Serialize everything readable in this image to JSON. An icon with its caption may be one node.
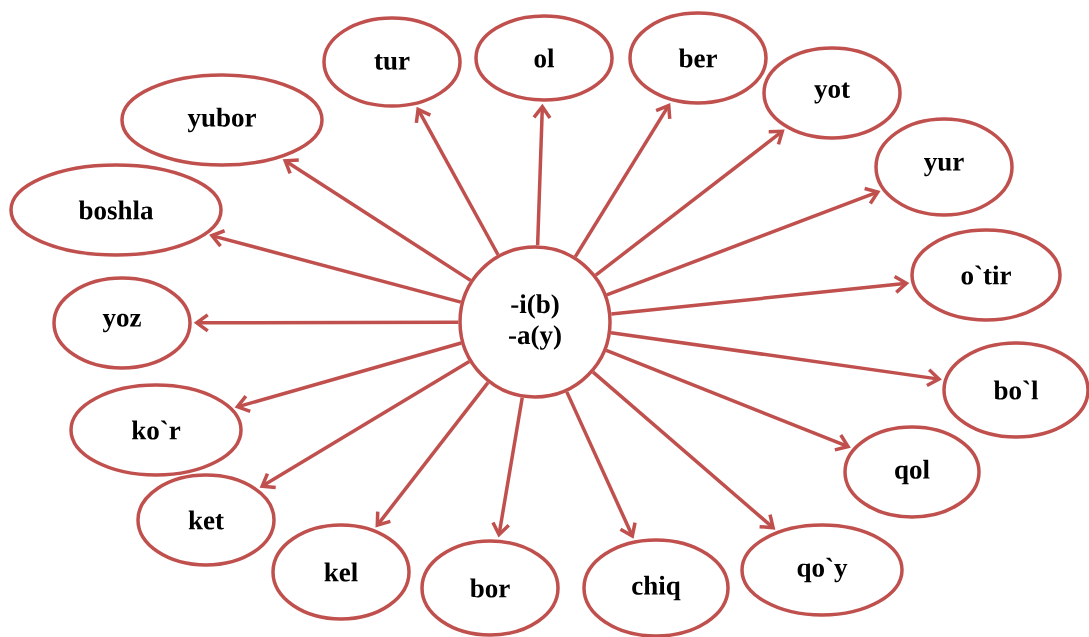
{
  "diagram": {
    "nodes": [
      {
        "text": [
          "-i(b) -a(y)"
        ]
      },
      {
        "text": [
          "tur"
        ]
      },
      {
        "text": [
          "ol"
        ]
      },
      {
        "text": [
          "ber"
        ]
      },
      {
        "text": [
          "yot"
        ]
      },
      {
        "text": [
          "yur"
        ]
      },
      {
        "text": [
          "o`tir"
        ]
      },
      {
        "text": [
          "bo`l"
        ]
      },
      {
        "text": [
          "qol"
        ]
      },
      {
        "text": [
          "qo`y"
        ]
      },
      {
        "text": [
          "chiq"
        ]
      },
      {
        "text": [
          "bor"
        ]
      },
      {
        "text": [
          "kel"
        ]
      },
      {
        "text": [
          "ket"
        ]
      },
      {
        "text": [
          "ko`r"
        ]
      },
      {
        "text": [
          "yoz"
        ]
      },
      {
        "text": [
          "boshla"
        ]
      },
      {
        "text": [
          "yubor"
        ]
      }
    ],
    "edges": [
      {
        "from": 0,
        "to": 1,
        "arrow": "to"
      },
      {
        "from": 0,
        "to": 2,
        "arrow": "to"
      },
      {
        "from": 0,
        "to": 3,
        "arrow": "to"
      },
      {
        "from": 0,
        "to": 4,
        "arrow": "to"
      },
      {
        "from": 0,
        "to": 5,
        "arrow": "to"
      },
      {
        "from": 0,
        "to": 6,
        "arrow": "to"
      },
      {
        "from": 0,
        "to": 7,
        "arrow": "to"
      },
      {
        "from": 0,
        "to": 8,
        "arrow": "to"
      },
      {
        "from": 0,
        "to": 9,
        "arrow": "to"
      },
      {
        "from": 0,
        "to": 10,
        "arrow": "to"
      },
      {
        "from": 0,
        "to": 11,
        "arrow": "to"
      },
      {
        "from": 0,
        "to": 12,
        "arrow": "to"
      },
      {
        "from": 0,
        "to": 13,
        "arrow": "to"
      },
      {
        "from": 0,
        "to": 14,
        "arrow": "to"
      },
      {
        "from": 0,
        "to": 15,
        "arrow": "to"
      },
      {
        "from": 0,
        "to": 16,
        "arrow": "to"
      },
      {
        "from": 0,
        "to": 17,
        "arrow": "to"
      }
    ]
  }
}
